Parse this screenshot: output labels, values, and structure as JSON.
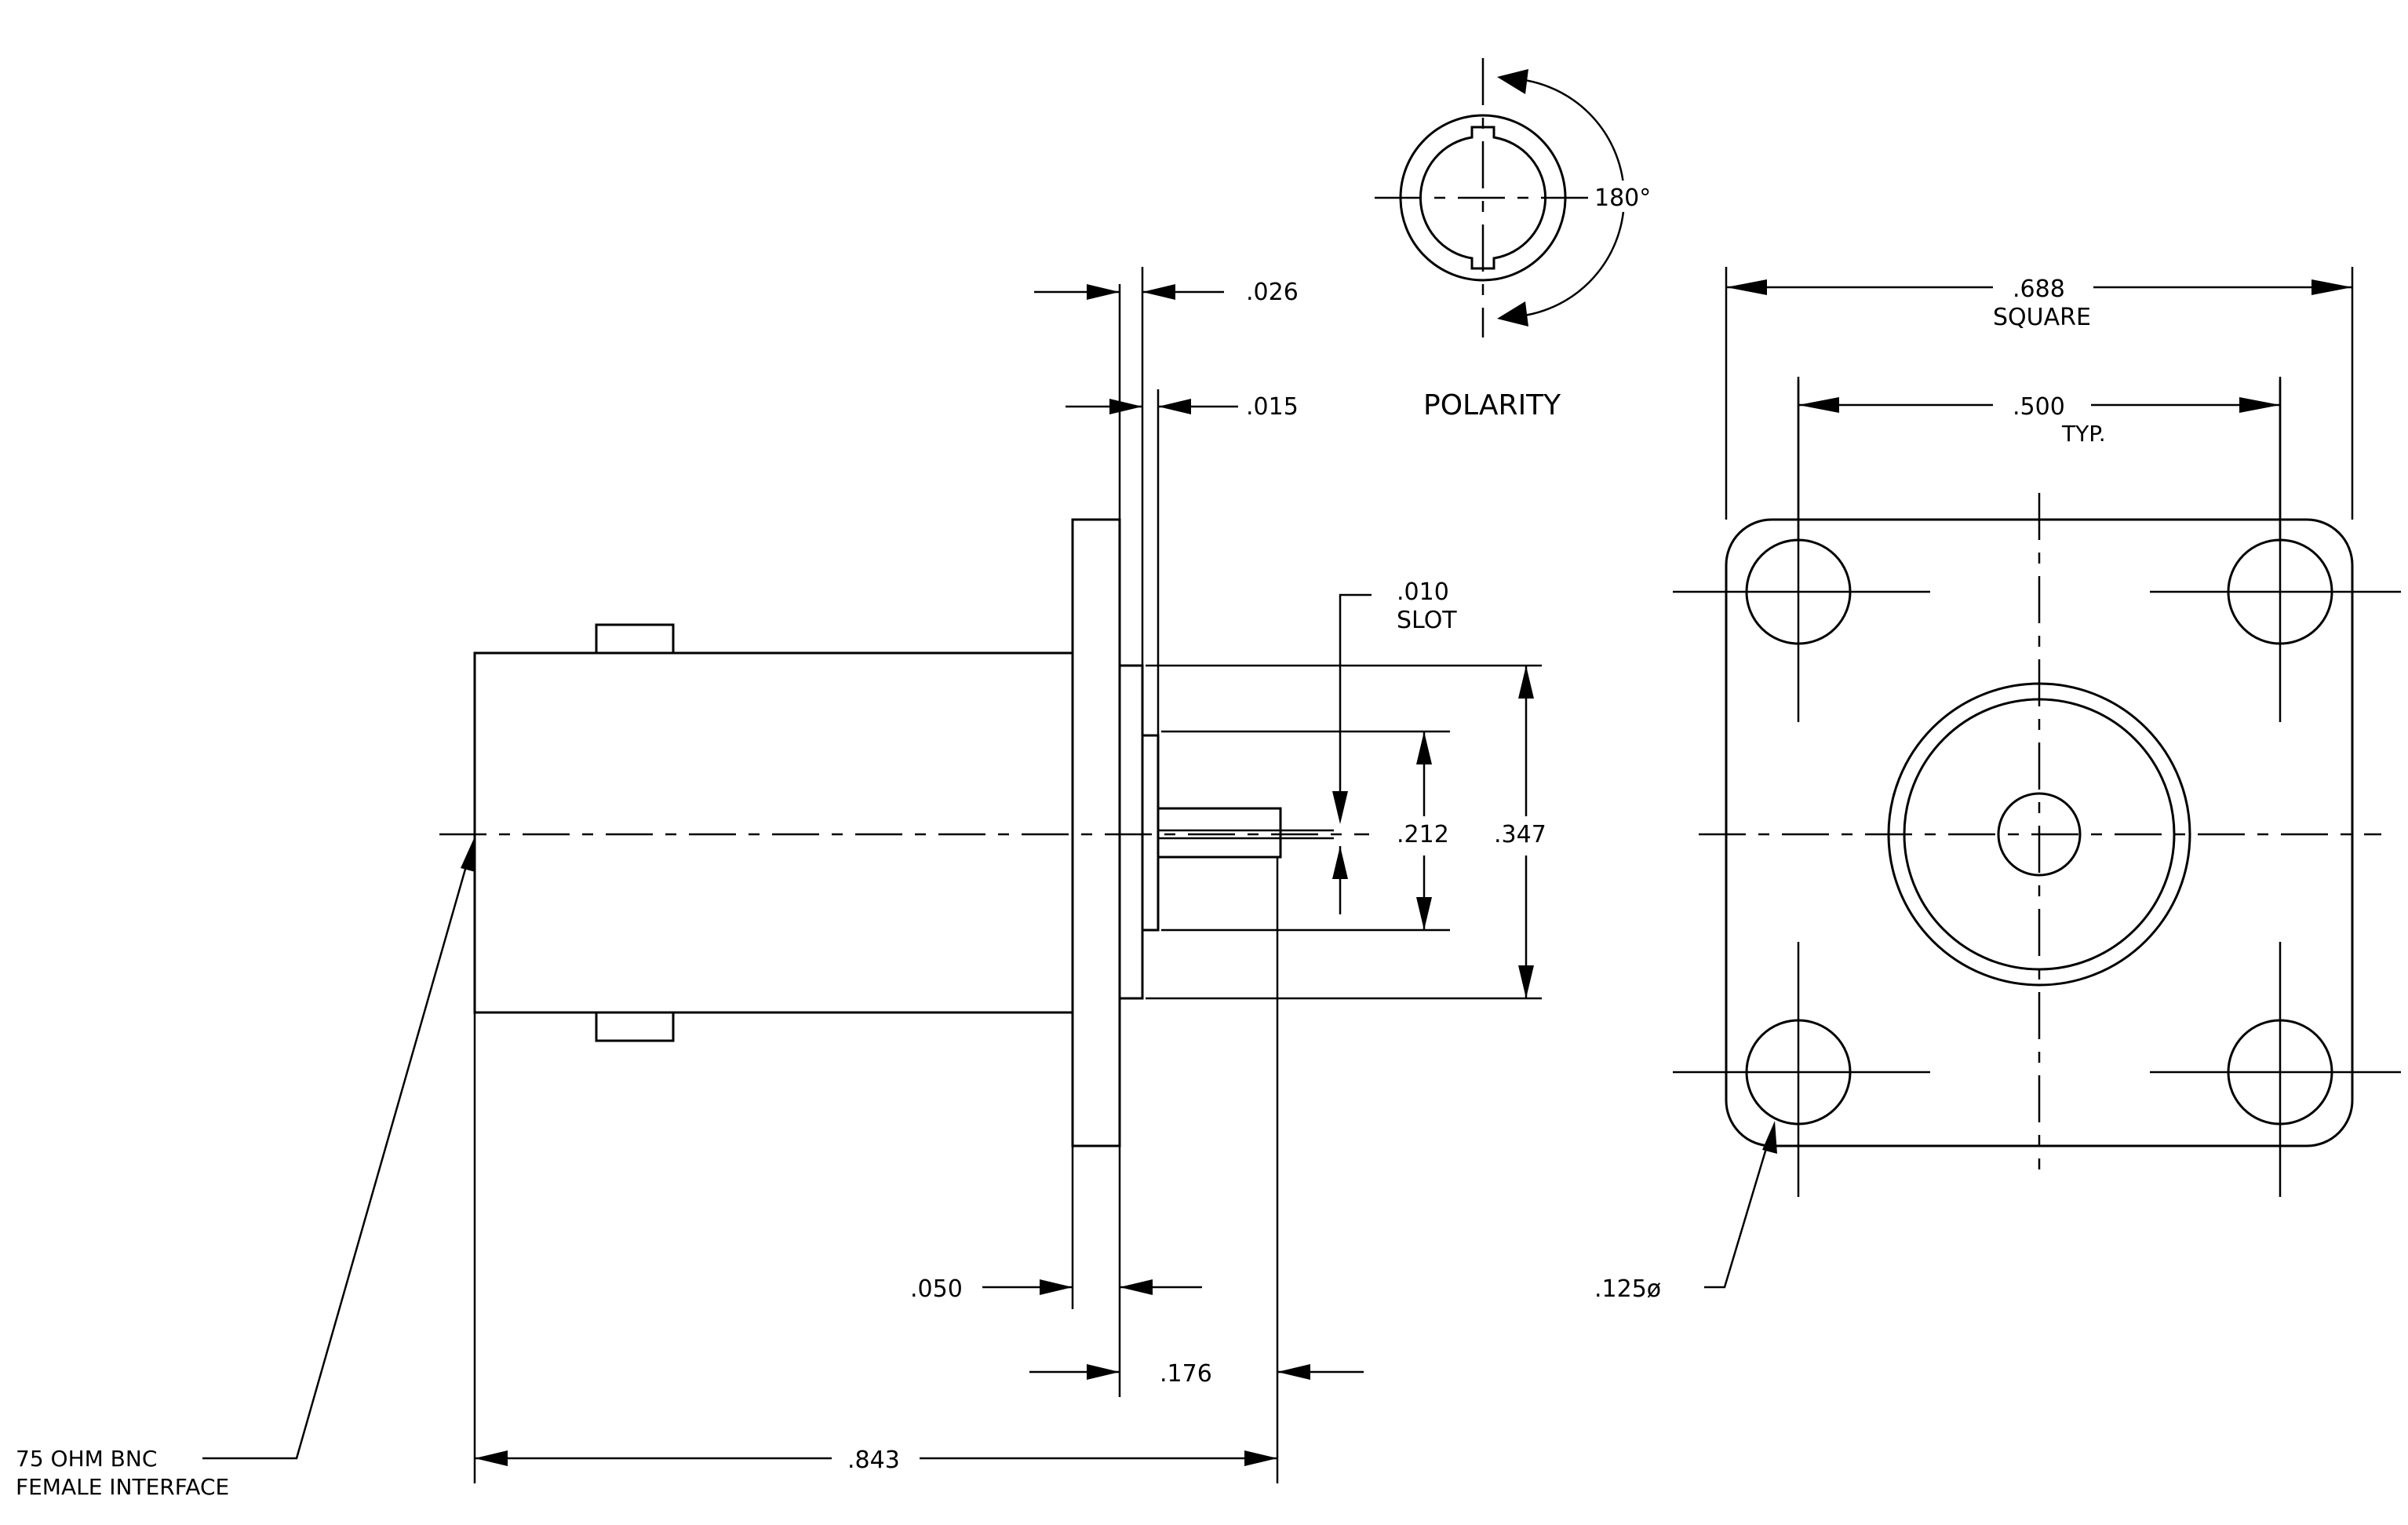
{
  "labels": {
    "dim_026": ".026",
    "dim_015": ".015",
    "polarity": "POLARITY",
    "angle_180": "180°",
    "dim_010": ".010",
    "slot": "SLOT",
    "dim_212": ".212",
    "dim_347": ".347",
    "dim_050": ".050",
    "dim_176": ".176",
    "dim_843": ".843",
    "interface_line1": "75 OHM BNC",
    "interface_line2": "FEMALE INTERFACE",
    "dim_688": ".688",
    "square": "SQUARE",
    "dim_500": ".500",
    "typ": "TYP.",
    "hole_dia": ".125ø"
  },
  "colors": {
    "line": "#000000",
    "background": "#ffffff"
  }
}
